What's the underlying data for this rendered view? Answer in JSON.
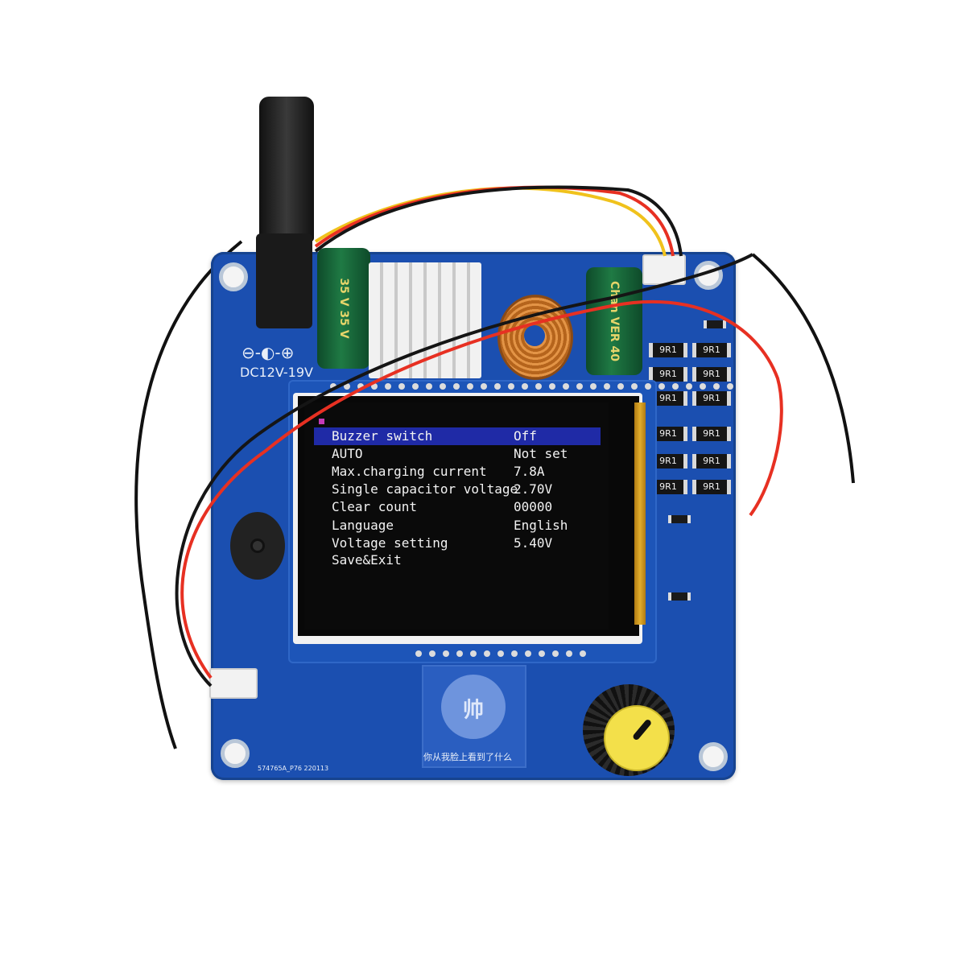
{
  "device": {
    "power_label": "DC12V-19V",
    "polarity_symbol": "⊖-◐-⊕",
    "board_code": "574765A_P76  220113",
    "logo_char": "帅",
    "logo_caption": "你从我脸上看到了什么",
    "cap_left_text": "35 V 35 V",
    "cap_right_text": "Chan VER 40",
    "resistor_label": "9R1"
  },
  "lcd_menu": {
    "items": [
      {
        "label": "Buzzer switch",
        "value": "Off"
      },
      {
        "label": "AUTO",
        "value": "Not set"
      },
      {
        "label": "Max.charging current",
        "value": "7.8A"
      },
      {
        "label": "Single capacitor voltage",
        "value": "2.70V"
      },
      {
        "label": "Clear count",
        "value": "00000"
      },
      {
        "label": "Language",
        "value": "English"
      },
      {
        "label": "Voltage setting",
        "value": "5.40V"
      },
      {
        "label": "Save&Exit",
        "value": ""
      }
    ],
    "selected_index": 0,
    "colors": {
      "selected_bg": "#1f2aa6",
      "cursor_marker": "#c43ab8",
      "text": "#f2f2f2"
    }
  }
}
